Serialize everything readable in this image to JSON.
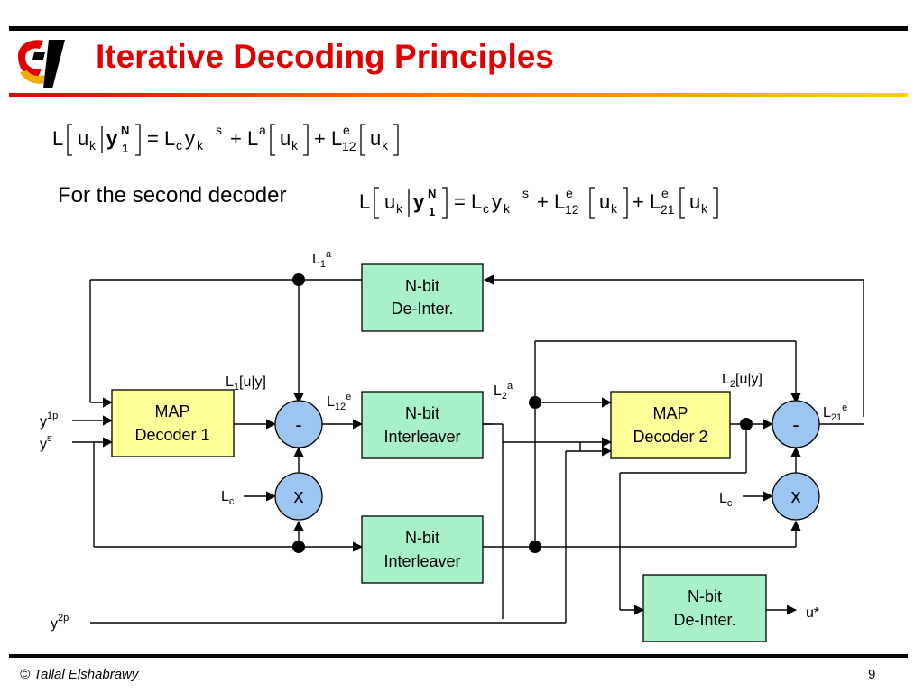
{
  "slide": {
    "title": "Iterative Decoding Principles",
    "subtitle": "For the second decoder",
    "footer_author": "© Tallal Elshabrawy",
    "page_number": "9"
  },
  "equations": {
    "first": {
      "L": "L",
      "u": "u",
      "k": "k",
      "y": "y",
      "N": "N",
      "one": "1",
      "eq": "=",
      "Lc": "L",
      "c": "c",
      "s": "s",
      "plus": "+",
      "La": "L",
      "a": "a",
      "Le": "L",
      "e": "e",
      "idx": "12"
    },
    "second": {
      "L": "L",
      "u": "u",
      "k": "k",
      "y": "y",
      "N": "N",
      "one": "1",
      "eq": "=",
      "Lc": "L",
      "c": "c",
      "s": "s",
      "plus": "+",
      "Le1": "L",
      "e": "e",
      "idx1": "12",
      "Le2": "L",
      "idx2": "21"
    }
  },
  "diagram": {
    "blocks": {
      "deinter_top": [
        "N-bit",
        "De-Inter."
      ],
      "map1": [
        "MAP",
        "Decoder 1"
      ],
      "interleaver_mid": [
        "N-bit",
        "Interleaver"
      ],
      "map2": [
        "MAP",
        "Decoder 2"
      ],
      "interleaver_bottom": [
        "N-bit",
        "Interleaver"
      ],
      "deinter_bottom": [
        "N-bit",
        "De-Inter."
      ]
    },
    "operators": {
      "minus": "-",
      "times": "x"
    },
    "labels": {
      "L": "L",
      "one": "1",
      "two": "2",
      "a": "a",
      "e": "e",
      "idx12": "12",
      "idx21": "21",
      "uy": "[u|y]",
      "c": "c",
      "y": "y",
      "p1": "1p",
      "s": "s",
      "p2": "2p",
      "ustar": "u*"
    },
    "colors": {
      "interleaver_fill": "#a8f0c8",
      "map_fill": "#ffff99",
      "operator_fill": "#9ec5f0",
      "title_red": "#e00000"
    }
  }
}
